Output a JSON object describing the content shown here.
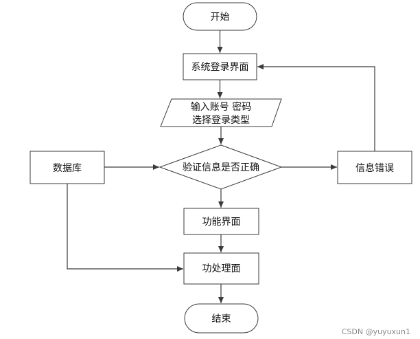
{
  "diagram": {
    "nodes": {
      "start": {
        "label": "开始"
      },
      "login": {
        "label": "系统登录界面"
      },
      "input": {
        "label_line1": "输入账号 密码",
        "label_line2": "选择登录类型"
      },
      "verify": {
        "label": "验证信息是否正确"
      },
      "database": {
        "label": "数据库"
      },
      "error": {
        "label": "信息错误"
      },
      "function_ui": {
        "label": "功能界面"
      },
      "process": {
        "label": "功处理面"
      },
      "end": {
        "label": "结束"
      }
    },
    "watermark": "CSDN @yuyuxun1",
    "colors": {
      "stroke": "#3a3a3a",
      "text": "#111111",
      "watermark": "#888888"
    }
  }
}
